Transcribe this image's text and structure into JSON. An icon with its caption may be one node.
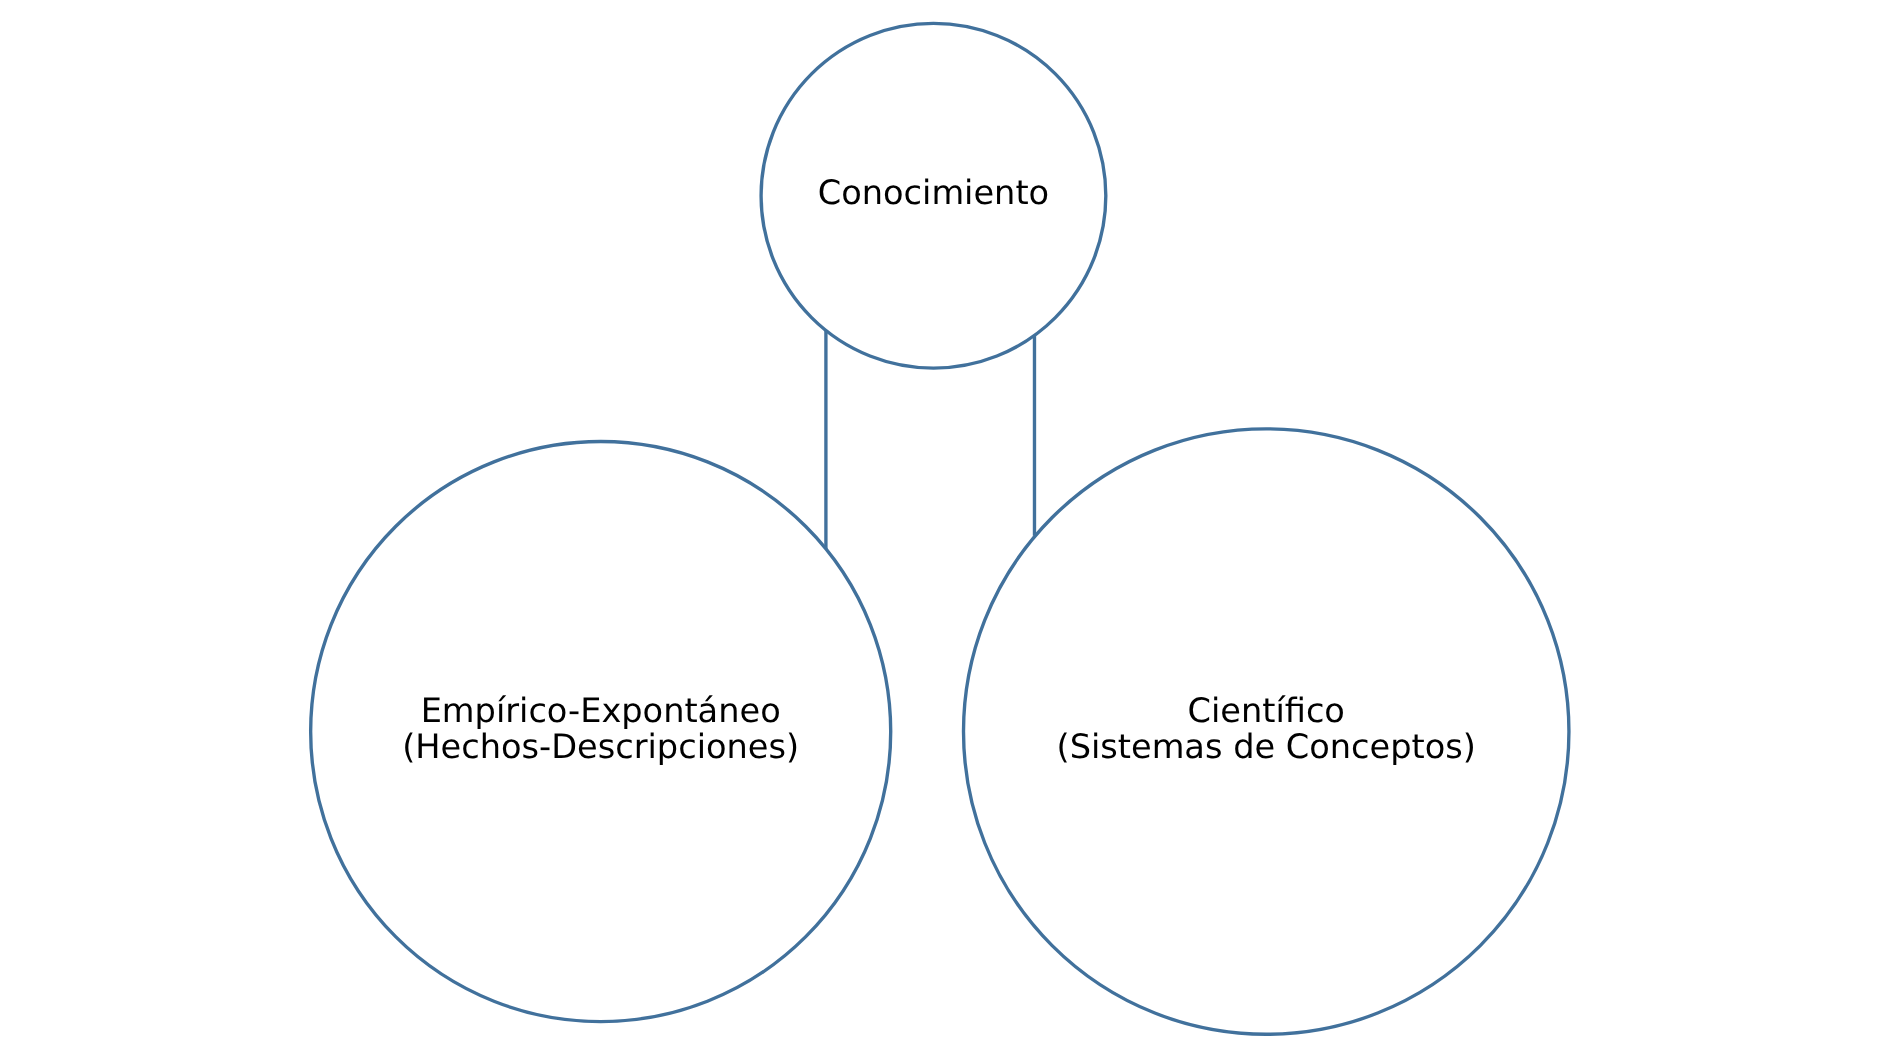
{
  "diagram": {
    "nodes": [
      {
        "text": [
          "Conocimiento"
        ]
      },
      {
        "text": [
          "Empírico-Expontáneo",
          "(Hechos-Descripciones)"
        ]
      },
      {
        "text": [
          "Científico",
          "(Sistemas de Conceptos)"
        ]
      }
    ],
    "edges": [
      {
        "from": 0,
        "to": 1,
        "arrow": "none"
      },
      {
        "from": 0,
        "to": 2,
        "arrow": "none"
      }
    ]
  }
}
